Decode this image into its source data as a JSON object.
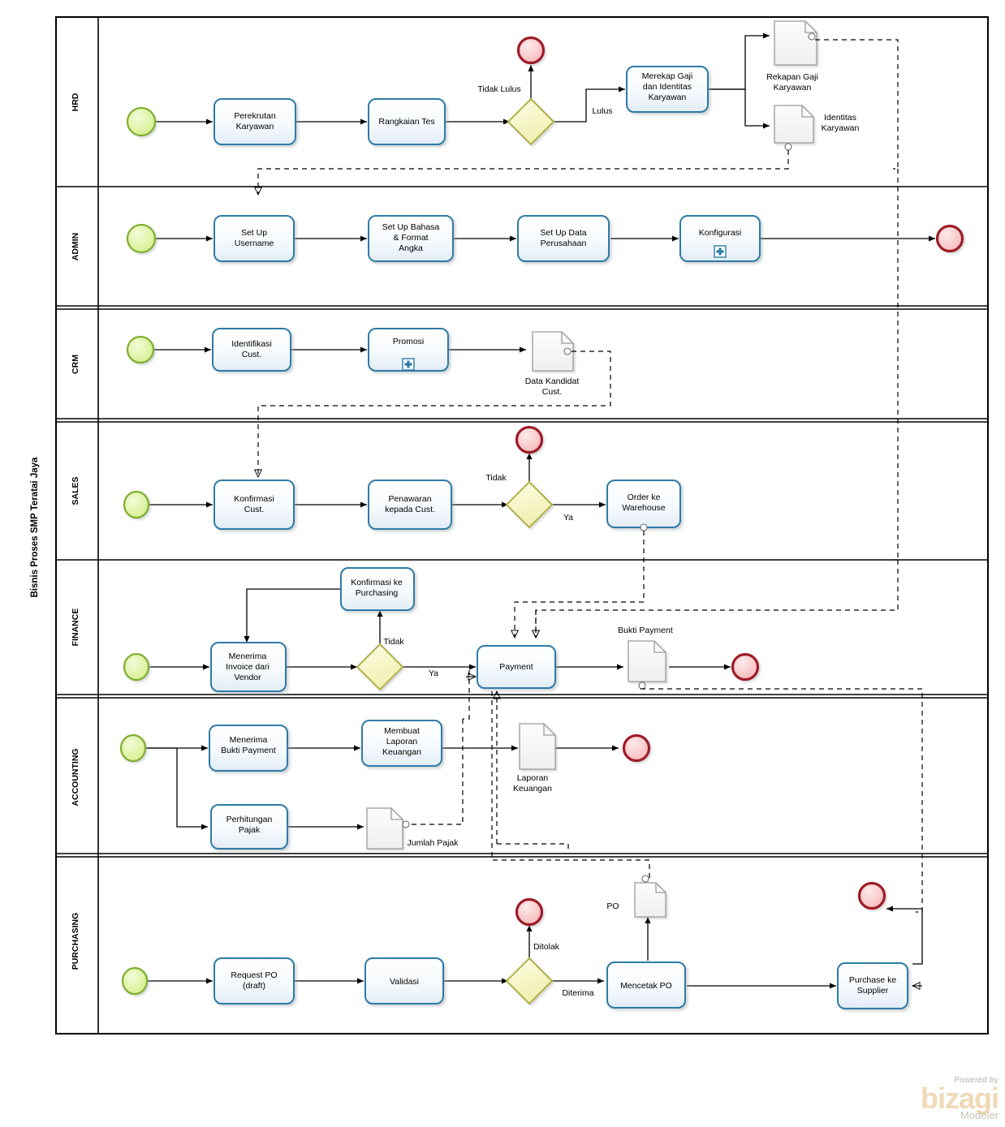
{
  "pool": {
    "title": "Bisnis Proses SMP Teratai Jaya"
  },
  "lanes": [
    {
      "id": "hrd",
      "label": "HRD"
    },
    {
      "id": "admin",
      "label": "ADMIN"
    },
    {
      "id": "crm",
      "label": "CRM"
    },
    {
      "id": "sales",
      "label": "SALES"
    },
    {
      "id": "finance",
      "label": "FINANCE"
    },
    {
      "id": "accounting",
      "label": "ACCOUNTING"
    },
    {
      "id": "purchasing",
      "label": "PURCHASING"
    }
  ],
  "tasks": {
    "perekrutan_karyawan": "Perekrutan Karyawan",
    "rangkaian_tes": "Rangkaian Tes",
    "merekap_gaji": "Merekap Gaji dan Identitas Karyawan",
    "set_up_username": "Set Up Username",
    "set_up_bahasa": "Set Up Bahasa & Format Angka",
    "set_up_data_perusahaan": "Set Up Data Perusahaan",
    "konfigurasi": "Konfigurasi",
    "identifikasi_cust": "Identifikasi Cust.",
    "promosi": "Promosi",
    "konfirmasi_cust": "Konfirmasi Cust.",
    "penawaran_kepada_cust": "Penawaran kepada Cust.",
    "order_ke_warehouse": "Order ke Warehouse",
    "menerima_invoice": "Menerima Invoice dari Vendor",
    "konfirmasi_ke_purchasing": "Konfirmasi ke Purchasing",
    "payment": "Payment",
    "menerima_bukti_payment": "Menerima Bukti Payment",
    "membuat_laporan_keuangan": "Membuat Laporan Keuangan",
    "perhitungan_pajak": "Perhitungan Pajak",
    "request_po": "Request PO (draft)",
    "validasi": "Validasi",
    "mencetak_po": "Mencetak PO",
    "purchase_ke_supplier": "Purchase ke Supplier"
  },
  "task_lines": {
    "perekrutan_karyawan": [
      "Perekrutan",
      "Karyawan"
    ],
    "rangkaian_tes": [
      "Rangkaian Tes"
    ],
    "merekap_gaji": [
      "Merekap Gaji",
      "dan Identitas",
      "Karyawan"
    ],
    "set_up_username": [
      "Set Up",
      "Username"
    ],
    "set_up_bahasa": [
      "Set Up Bahasa",
      "& Format",
      "Angka"
    ],
    "set_up_data_perusahaan": [
      "Set Up Data",
      "Perusahaan"
    ],
    "konfigurasi": [
      "Konfigurasi"
    ],
    "identifikasi_cust": [
      "Identifikasi",
      "Cust."
    ],
    "promosi": [
      "Promosi"
    ],
    "konfirmasi_cust": [
      "Konfirmasi",
      "Cust."
    ],
    "penawaran_kepada_cust": [
      "Penawaran",
      "kepada Cust."
    ],
    "order_ke_warehouse": [
      "Order ke",
      "Warehouse"
    ],
    "menerima_invoice": [
      "Menerima",
      "Invoice dari",
      "Vendor"
    ],
    "konfirmasi_ke_purchasing": [
      "Konfirmasi ke",
      "Purchasing"
    ],
    "payment": [
      "Payment"
    ],
    "menerima_bukti_payment": [
      "Menerima",
      "Bukti Payment"
    ],
    "membuat_laporan_keuangan": [
      "Membuat",
      "Laporan",
      "Keuangan"
    ],
    "perhitungan_pajak": [
      "Perhitungan",
      "Pajak"
    ],
    "request_po": [
      "Request PO",
      "(draft)"
    ],
    "validasi": [
      "Validasi"
    ],
    "mencetak_po": [
      "Mencetak PO"
    ],
    "purchase_ke_supplier": [
      "Purchase ke",
      "Supplier"
    ]
  },
  "data_objects": {
    "rekapan_gaji": [
      "Rekapan Gaji",
      "Karyawan"
    ],
    "identitas_karyawan": [
      "Identitas",
      "Karyawan"
    ],
    "data_kandidat_cust": [
      "Data Kandidat",
      "Cust."
    ],
    "bukti_payment": [
      "Bukti Payment"
    ],
    "laporan_keuangan": [
      "Laporan",
      "Keuangan"
    ],
    "jumlah_pajak": [
      "Jumlah Pajak"
    ],
    "po": [
      "PO"
    ]
  },
  "flow_labels": {
    "tidak_lulus": "Tidak Lulus",
    "lulus": "Lulus",
    "tidak_sales": "Tidak",
    "ya_sales": "Ya",
    "tidak_finance": "Tidak",
    "ya_finance": "Ya",
    "ditolak": "Ditolak",
    "diterima": "Diterima"
  },
  "markers": {
    "subprocess_plus": "+"
  },
  "branding": {
    "powered_by": "Powered by",
    "product": "bizagi",
    "edition": "Modeler"
  },
  "colors": {
    "task_border": "#2e7ca6",
    "task_fill_top": "#ffffff",
    "task_fill_bottom": "#e8f0f9",
    "start_event_border": "#7fae2f",
    "start_event_fill": "#e9f7b8",
    "end_event_border": "#9e1b28",
    "end_event_fill": "#fbd9da",
    "gateway_border": "#b2b14a",
    "gateway_fill": "#fbfbd0",
    "data_object_border": "#9a9a9a",
    "data_object_fill": "#f7f7f7",
    "lane_border": "#000000",
    "flow_line": "#000000",
    "brand_orange": "#f0d9b5"
  }
}
